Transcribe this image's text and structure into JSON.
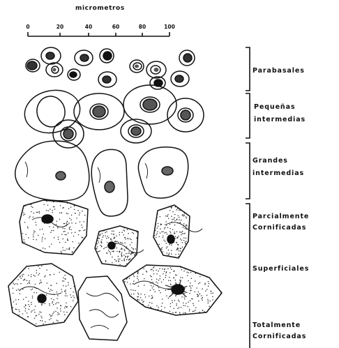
{
  "scale": {
    "title": "micrometros",
    "ticks": [
      "0",
      "20",
      "40",
      "60",
      "80",
      "100"
    ]
  },
  "categories": [
    {
      "lines": [
        "Parabasales"
      ]
    },
    {
      "lines": [
        "Pequeñas",
        "intermedias"
      ]
    },
    {
      "lines": [
        "Grandes",
        "intermedias"
      ]
    },
    {
      "lines": [
        "Parcialmente",
        "Cornificadas"
      ]
    },
    {
      "lines": [
        "Superficiales"
      ]
    },
    {
      "lines": [
        "Totalmente",
        "Cornificadas"
      ]
    }
  ],
  "colors": {
    "ink": "#111111",
    "stipple": "#2a2a2a",
    "background": "#ffffff"
  }
}
